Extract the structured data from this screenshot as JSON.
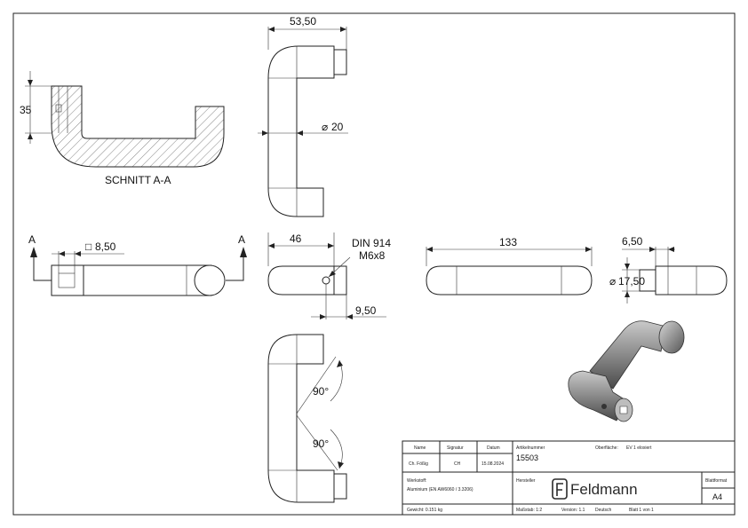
{
  "dimensions": {
    "top_width": "53,50",
    "diameter": "20",
    "section_height": "35",
    "square": "8,50",
    "side_width": "46",
    "screw_dist": "9,50",
    "length": "133",
    "small_width": "6,50",
    "small_diameter": "17,50",
    "angle_top": "90°",
    "angle_bottom": "90°"
  },
  "symbols": {
    "diameter": "⌀",
    "square": "□"
  },
  "labels": {
    "section_title": "SCHNITT A-A",
    "section_mark_left": "A",
    "section_mark_right": "A",
    "screw_norm": "DIN 914",
    "screw_size": "M6x8"
  },
  "title_block": {
    "name_header": "Name",
    "signature_header": "Signatur",
    "date_header": "Datum",
    "name_value": "Ch. Fößig",
    "signature_value": "CH",
    "date_value": "15.08.2024",
    "article_label": "Artikelnummer",
    "article_value": "15503",
    "surface_label": "Oberfläche:",
    "surface_value": "EV 1 eloxiert",
    "material_label": "Werkstoff:",
    "material_value": "Aluminium (EN AW6060 / 3.3206)",
    "manufacturer_label": "Hersteller",
    "brand": "Feldmann",
    "sheet_format_label": "Blattformat",
    "sheet_format_value": "A4",
    "weight": "Gewicht: 0.151 kg",
    "scale": "Maßstab: 1:2",
    "version": "Version: 1.1",
    "language": "Deutsch",
    "sheet": "Blatt 1 von 1"
  },
  "colors": {
    "line": "#222222",
    "background": "#ffffff",
    "hatch": "#333333"
  }
}
